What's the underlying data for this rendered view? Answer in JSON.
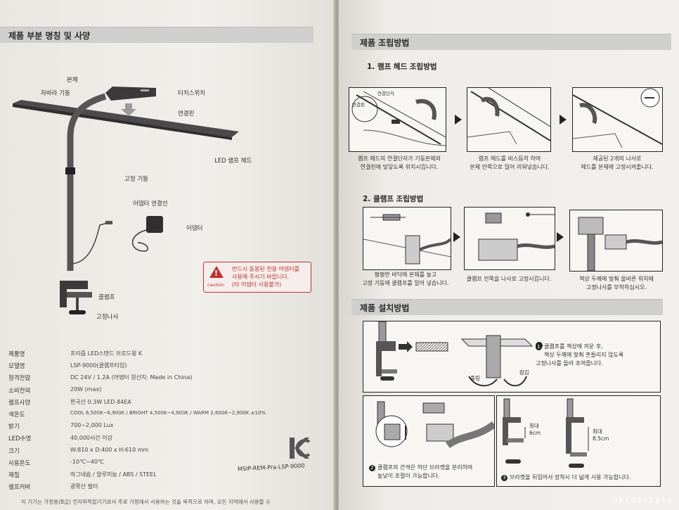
{
  "left": {
    "section_title": "제품 부분 명칭 및 사양",
    "parts": {
      "body": "본체",
      "magnet_post": "자바라 기둥",
      "touch_switch": "터치스위치",
      "connect_pin": "연결핀",
      "led_head": "LED 램프 헤드",
      "fixed_post": "고정 기둥",
      "adapter_cable": "어댑터 연결선",
      "adapter": "어댑터",
      "clamp": "클램프",
      "screw": "고정나사"
    },
    "warning": {
      "line1": "반드시 동봉된 전용 어댑터를",
      "line2": "사용해 주시기 바랍니다.",
      "line3": "(타 어댑터 사용불가)",
      "caution": "caution"
    },
    "specs": [
      {
        "k": "제품명",
        "v": "프리즘 LED스탠드 브로드윙 K"
      },
      {
        "k": "모델명",
        "v": "LSP-9000(클램프타입)"
      },
      {
        "k": "정격전압",
        "v": "DC 24V / 1.2A (어댑터 원산지: Made in China)"
      },
      {
        "k": "소비전력",
        "v": "20W (max)"
      },
      {
        "k": "램프사양",
        "v": "한국산 0.3W LED 84EA"
      },
      {
        "k": "색온도",
        "v": "COOL 6,500K~6,900K / BRIGHT 4,500K~4,900K / WARM 2,600K~2,900K ±10%"
      },
      {
        "k": "밝기",
        "v": "700~2,000 Lux"
      },
      {
        "k": "LED수명",
        "v": "40,000시간 이상"
      },
      {
        "k": "크기",
        "v": "W:810 x D:400 x H:610 mm"
      },
      {
        "k": "사용온도",
        "v": "-10℃~40℃"
      },
      {
        "k": "재질",
        "v": "마그네슘 / 알루미늄 / ABS / STEEL"
      },
      {
        "k": "램프커버",
        "v": "광확산 필터"
      }
    ],
    "cert": "MSIP-REM-Pra-LSP-9000",
    "footnote": "이 기기는 가정용(B급) 전자파적합기기로서 주로 가정에서 사용하는 것을 목적으로 하며, 모든 지역에서 사용할 수"
  },
  "right": {
    "section1": "제품 조립방법",
    "step1_title": "1. 램프 헤드 조립방법",
    "step1_labels": {
      "terminal": "연결단자",
      "pin": "연결핀"
    },
    "step1_caps": [
      [
        "램프 헤드의 연결단자가 기둥본체의",
        "연결핀에 맞닿도록 위치시킵니다."
      ],
      [
        "램프 헤드를 비스듬히 하여",
        "본체 안쪽으로 밀어 끼워넣습니다."
      ],
      [
        "제공된 2개의 나사로",
        "헤드를 본체에 고정시켜줍니다."
      ]
    ],
    "step2_title": "2. 클램프 조립방법",
    "step2_caps": [
      [
        "평평한 바닥에 본체를 놓고",
        "고정 기둥에 클램프를 밀어 넣습니다."
      ],
      [
        "클램프 안쪽을 나사로 고정시킵니다."
      ],
      [
        "책상 두께에 맞춰 올바른 위치에",
        "고정나사를 부착하십시오."
      ]
    ],
    "section2": "제품 설치방법",
    "install": {
      "note1": [
        "클램프를 책상에 끼운 후,",
        "책상 두께에 맞춰 흔들리지 않도록",
        "고정나사를 돌려 조여줍니다."
      ],
      "loosen": "풀림",
      "tighten": "잠김",
      "note2": [
        "클램프의 간격은 하단 브라켓을 분리하여",
        "높낮이 조절이 가능합니다."
      ],
      "max1": "최대",
      "max1_val": "6cm",
      "max2": "최대",
      "max2_val": "8.5cm",
      "note3": "브라켓을 뒤집어서 장착시 더 넓게 사용 가능합니다.",
      "n1": "1",
      "n2": "2",
      "n3": "3"
    }
  },
  "watermark": "@kidmstyle"
}
